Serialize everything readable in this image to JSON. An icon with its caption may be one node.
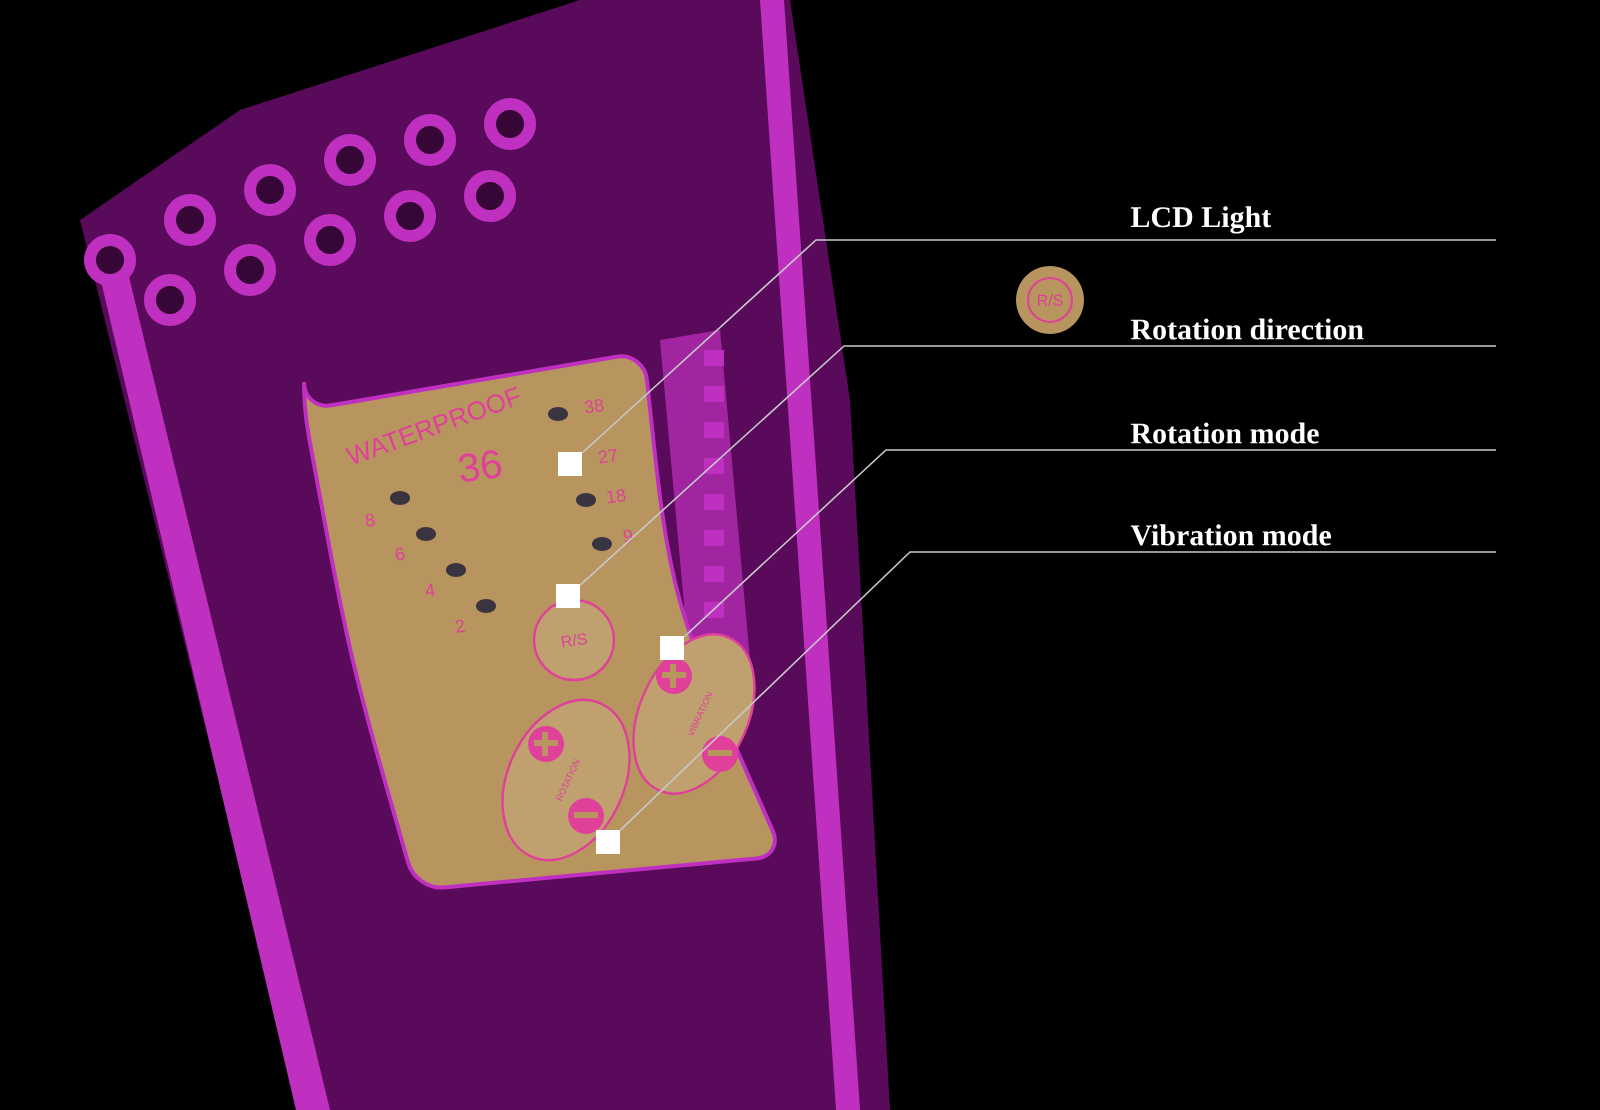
{
  "diagram": {
    "nodes": [
      {
        "text": [
          "LCD Light"
        ]
      },
      {
        "text": [
          "Rotation direction"
        ]
      },
      {
        "text": [
          "Rotation mode"
        ]
      },
      {
        "text": [
          "Vibration mode"
        ]
      },
      {
        "text": [],
        "shape": "box"
      },
      {
        "text": [],
        "shape": "box"
      },
      {
        "text": [],
        "shape": "box"
      },
      {
        "text": [],
        "shape": "box"
      }
    ],
    "edges": [
      {
        "from": 0,
        "to": 4,
        "arrow": "none"
      },
      {
        "from": 1,
        "to": 5,
        "arrow": "none"
      },
      {
        "from": 2,
        "to": 6,
        "arrow": "none"
      },
      {
        "from": 3,
        "to": 7,
        "arrow": "none"
      }
    ],
    "labels": [
      "R/S",
      "WATERPROOF",
      "38",
      "36",
      "27",
      "8",
      "18",
      "6",
      "9",
      "4",
      "2",
      "R/S",
      "VIBRATION",
      "ROTATION"
    ]
  }
}
